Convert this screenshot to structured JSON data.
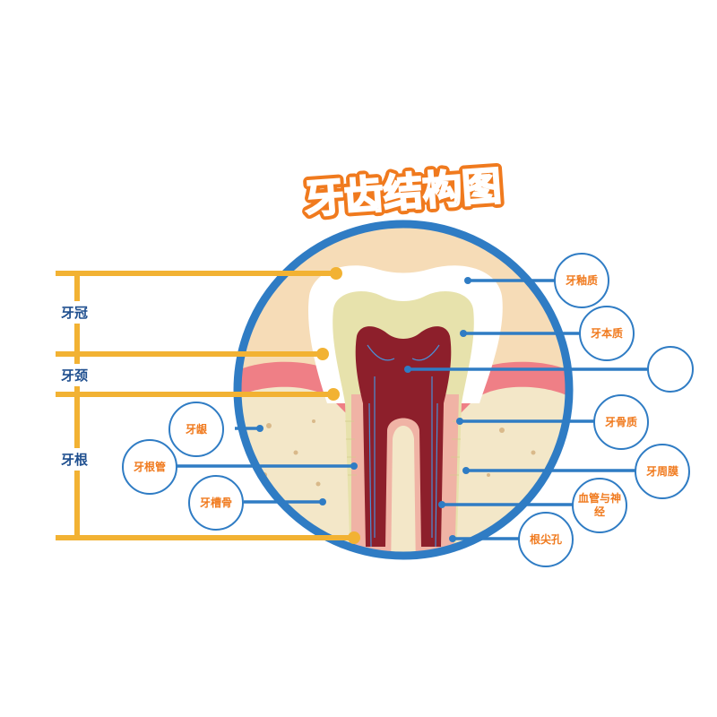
{
  "title": "牙齿结构图",
  "colors": {
    "title_orange": "#f07a1e",
    "circle_blue": "#2f7cc4",
    "bracket_yellow": "#f2b233",
    "gum_pink": "#ef7f86",
    "bone_cream": "#f3e7c8",
    "pulp_red": "#8d1f2b",
    "label_navy": "#1f4f8f"
  },
  "regions": [
    {
      "id": "crown",
      "label": "牙冠"
    },
    {
      "id": "neck",
      "label": "牙颈"
    },
    {
      "id": "root",
      "label": "牙根"
    }
  ],
  "labels_left": [
    {
      "id": "gum",
      "label": "牙龈"
    },
    {
      "id": "root_canal",
      "label": "牙根管"
    },
    {
      "id": "alveolar_bone",
      "label": "牙槽骨"
    }
  ],
  "labels_right": [
    {
      "id": "enamel",
      "label": "牙釉质"
    },
    {
      "id": "dentin",
      "label": "牙本质"
    },
    {
      "id": "pulp",
      "label": ""
    },
    {
      "id": "cementum",
      "label": "牙骨质"
    },
    {
      "id": "periodontal_membrane",
      "label": "牙周膜"
    },
    {
      "id": "vessels_nerves",
      "label": "血管与神经"
    },
    {
      "id": "apical_foramen",
      "label": "根尖孔"
    }
  ]
}
